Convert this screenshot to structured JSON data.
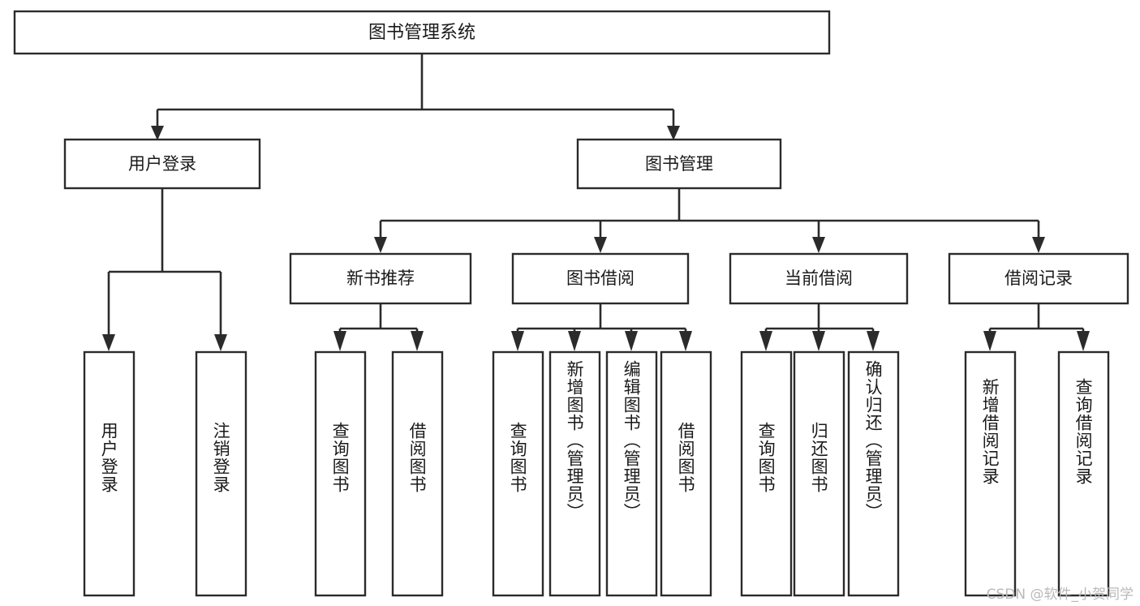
{
  "diagram": {
    "type": "tree",
    "title": "图书管理系统",
    "root": {
      "id": "root",
      "label": "图书管理系统"
    },
    "level2": [
      {
        "id": "user-login",
        "label": "用户登录"
      },
      {
        "id": "book-manage",
        "label": "图书管理"
      }
    ],
    "level3": [
      {
        "id": "new-book-rec",
        "label": "新书推荐",
        "parent": "book-manage"
      },
      {
        "id": "book-borrow",
        "label": "图书借阅",
        "parent": "book-manage"
      },
      {
        "id": "current-borrow",
        "label": "当前借阅",
        "parent": "book-manage"
      },
      {
        "id": "borrow-record",
        "label": "借阅记录",
        "parent": "book-manage"
      }
    ],
    "leaves": [
      {
        "id": "leaf-user-login",
        "label": "用户登录",
        "parent": "user-login"
      },
      {
        "id": "leaf-user-logout",
        "label": "注销登录",
        "parent": "user-login"
      },
      {
        "id": "leaf-query-book-1",
        "label": "查询图书",
        "parent": "new-book-rec"
      },
      {
        "id": "leaf-borrow-book-1",
        "label": "借阅图书",
        "parent": "new-book-rec"
      },
      {
        "id": "leaf-query-book-2",
        "label": "查询图书",
        "parent": "book-borrow"
      },
      {
        "id": "leaf-add-book",
        "label": "新增图书（管理员）",
        "parent": "book-borrow"
      },
      {
        "id": "leaf-edit-book",
        "label": "编辑图书（管理员）",
        "parent": "book-borrow"
      },
      {
        "id": "leaf-borrow-book-2",
        "label": "借阅图书",
        "parent": "book-borrow"
      },
      {
        "id": "leaf-query-book-3",
        "label": "查询图书",
        "parent": "current-borrow"
      },
      {
        "id": "leaf-return-book",
        "label": "归还图书",
        "parent": "current-borrow"
      },
      {
        "id": "leaf-confirm-return",
        "label": "确认归还（管理员）",
        "parent": "current-borrow"
      },
      {
        "id": "leaf-add-record",
        "label": "新增借阅记录",
        "parent": "borrow-record"
      },
      {
        "id": "leaf-query-record",
        "label": "查询借阅记录",
        "parent": "borrow-record"
      }
    ],
    "colors": {
      "background": "#ffffff",
      "box_fill": "#ffffff",
      "box_stroke": "#2b2b2b",
      "connector": "#2b2b2b",
      "text": "#1a1a1a",
      "watermark": "#b9b9b9"
    }
  },
  "watermark": {
    "text": "CSDN @软件_小贺同学"
  }
}
